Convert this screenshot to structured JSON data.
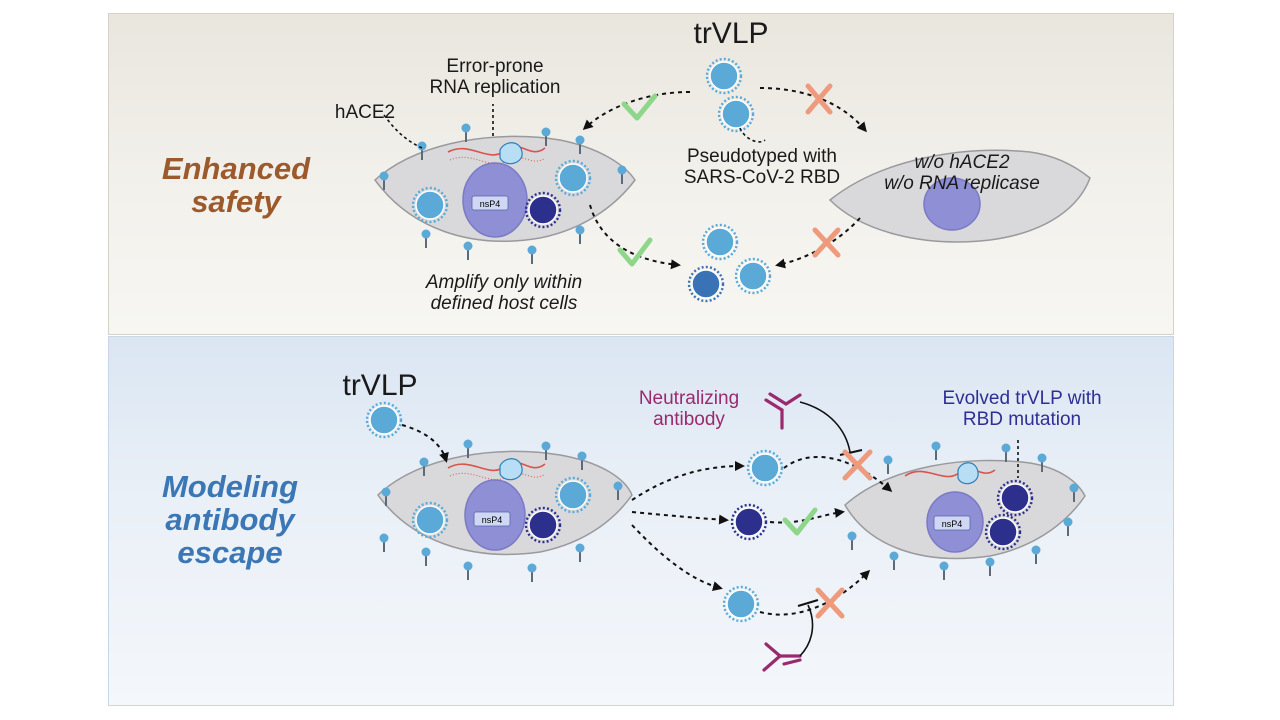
{
  "top_panel": {
    "side_title_line1": "Enhanced",
    "side_title_line2": "safety",
    "side_title_color": "#9c5a2c",
    "trvlp": "trVLP",
    "error_prone_line1": "Error-prone",
    "error_prone_line2": "RNA replication",
    "hace2": "hACE2",
    "pseudotyped_line1": "Pseudotyped with",
    "pseudotyped_line2": "SARS-CoV-2 RBD",
    "no_hace2": "w/o hACE2",
    "no_replicase": "w/o RNA replicase",
    "amplify_line1": "Amplify only within",
    "amplify_line2": "defined host cells",
    "gene_label_left": "nsP4",
    "background_color": "#efece5"
  },
  "bottom_panel": {
    "side_title_line1": "Modeling",
    "side_title_line2": "antibody",
    "side_title_line3": "escape",
    "side_title_color": "#3b76b5",
    "trvlp": "trVLP",
    "neutralizing_line1": "Neutralizing",
    "neutralizing_line2": "antibody",
    "neutralizing_color": "#9a2a6e",
    "evolved_line1": "Evolved trVLP with",
    "evolved_line2": "RBD mutation",
    "evolved_color": "#2e2f93",
    "gene_label_left": "nsP4",
    "gene_label_right": "nsP4",
    "background_color": "#e6edf6"
  },
  "colors": {
    "virion_light": "#5aa9d6",
    "virion_dark": "#2c2f8c",
    "virion_mid": "#3a72b6",
    "cell": "#d9d9db",
    "nucleus": "#8f8fd6",
    "check": "#8ed68a",
    "cross": "#ee9a7d",
    "antibody": "#9a2a6e",
    "rna": "#d9534f"
  }
}
